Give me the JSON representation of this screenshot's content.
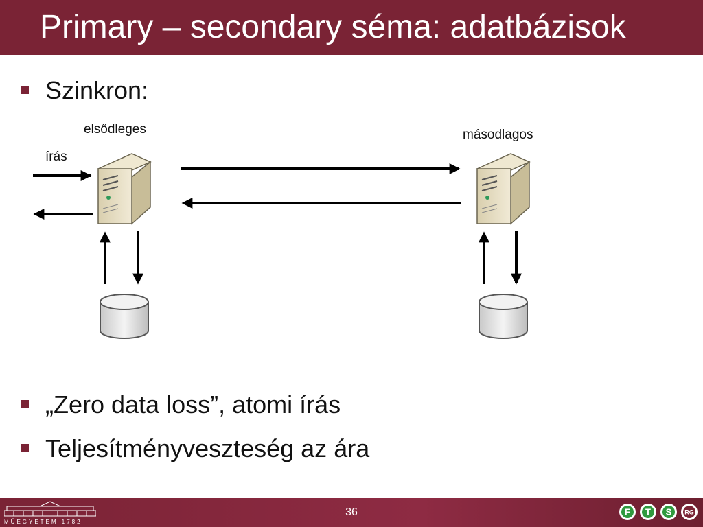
{
  "slide": {
    "title": "Primary – secondary séma: adatbázisok",
    "bullets": [
      "Szinkron:",
      "„Zero data loss”, atomi írás",
      "Teljesítményveszteség az ára"
    ],
    "page_number": "36"
  },
  "diagram": {
    "primary_label": "elsődleges",
    "secondary_label": "másodlagos",
    "write_label": "írás"
  },
  "footer": {
    "university_text": "MŰEGYETEM 1782",
    "logos": [
      "F",
      "T",
      "S",
      "RG"
    ]
  },
  "colors": {
    "title_bar": "#7a2335",
    "bullet_marker": "#7a2335",
    "server_body": "#e8dfc4"
  }
}
